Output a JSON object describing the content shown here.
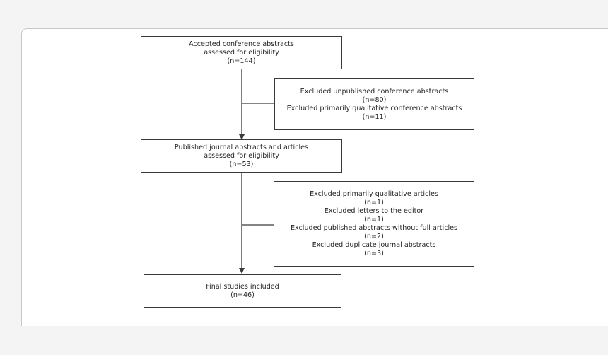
{
  "flowchart": {
    "step1": {
      "lines": [
        "Accepted conference abstracts",
        "assessed for eligibility",
        "(n=144)"
      ]
    },
    "exclusion1": {
      "lines": [
        "Excluded unpublished conference abstracts",
        "(n=80)",
        "Excluded primarily qualitative conference abstracts",
        "(n=11)"
      ]
    },
    "step2": {
      "lines": [
        "Published journal abstracts and articles",
        "assessed for eligibility",
        "(n=53)"
      ]
    },
    "exclusion2": {
      "lines": [
        "Excluded primarily qualitative articles",
        "(n=1)",
        "Excluded letters to the editor",
        "(n=1)",
        "Excluded published abstracts without full articles",
        "(n=2)",
        "Excluded duplicate journal abstracts",
        "(n=3)"
      ]
    },
    "final": {
      "lines": [
        "Final studies included",
        "(n=46)"
      ]
    }
  }
}
